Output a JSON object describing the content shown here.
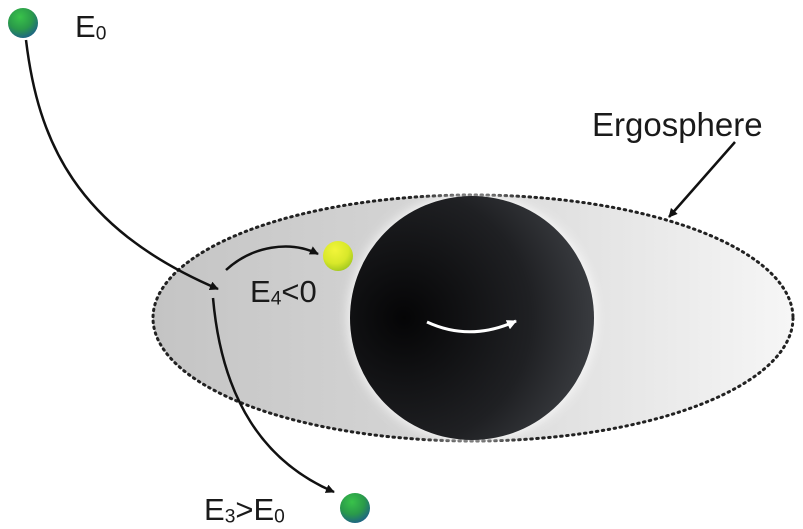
{
  "labels": {
    "initial_energy": {
      "symbol": "E",
      "subscript": "0",
      "suffix": ""
    },
    "negative_energy": {
      "symbol": "E",
      "subscript": "4",
      "suffix": "<0"
    },
    "escaping_energy": {
      "symbol": "E",
      "subscript": "3",
      "suffix": ">E",
      "suffix_subscript": "0"
    },
    "ergosphere": "Ergosphere"
  },
  "colors": {
    "particle_green": "#2aa14a",
    "particle_teal": "#1f6a8a",
    "particle_yellow": "#e6ef2a",
    "black_hole_dark": "#0d0d0f",
    "black_hole_edge": "#4a4d52",
    "ergosphere_left": "#c4c4c4",
    "ergosphere_right": "#f6f6f6"
  }
}
